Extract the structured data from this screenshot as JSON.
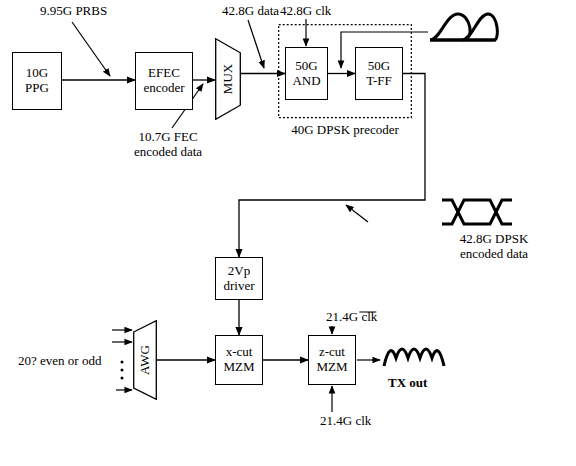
{
  "diagram": {
    "nodes": [
      {
        "text": [
          "10G PPG"
        ]
      },
      {
        "text": [
          "EFEC encoder"
        ]
      },
      {
        "text": [
          "MUX"
        ]
      },
      {
        "text": [
          "40G DPSK precoder"
        ]
      },
      {
        "text": [
          "50G AND"
        ],
        "in": 3
      },
      {
        "text": [
          "50G T-FF"
        ],
        "in": 3
      },
      {
        "text": [
          "2Vp driver"
        ]
      },
      {
        "text": [
          "AWG"
        ]
      },
      {
        "text": [
          "x-cut MZM"
        ]
      },
      {
        "text": [
          "z-cut MZM"
        ]
      }
    ],
    "edges": [
      {
        "from": 0,
        "to": 1,
        "arrow": "to"
      },
      {
        "from": 1,
        "to": 2,
        "arrow": "to"
      },
      {
        "from": 2,
        "to": 4,
        "arrow": "to"
      },
      {
        "from": 4,
        "to": 5,
        "arrow": "to"
      },
      {
        "from": 5,
        "to": 6,
        "arrow": "to"
      },
      {
        "from": 7,
        "to": 8,
        "arrow": "to"
      },
      {
        "from": 6,
        "to": 8,
        "arrow": "to"
      },
      {
        "from": 8,
        "to": 9,
        "arrow": "to"
      }
    ],
    "labels": [
      "9.95G PRBS",
      "42.8G data",
      "42.8G clk",
      "10.7G FEC encoded data",
      "42.8G DPSK encoded data",
      "21.4G clk",
      "20? even or odd",
      "TX out",
      "21.4G clk"
    ]
  }
}
